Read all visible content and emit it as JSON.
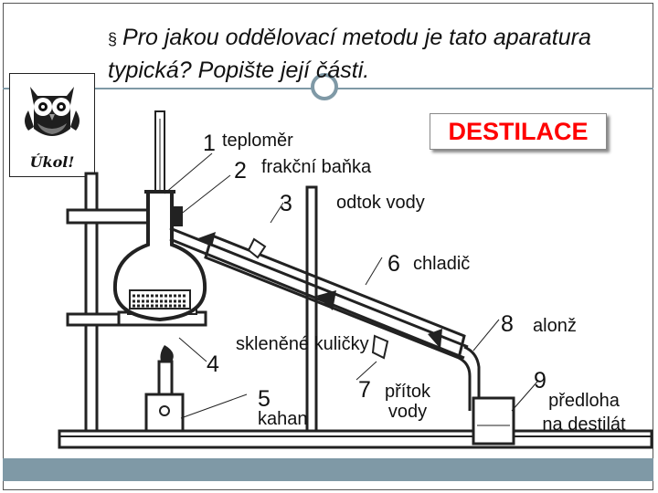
{
  "slide": {
    "bullet": "§",
    "title": "Pro jakou oddělovací metodu je tato aparatura typická? Popište její části.",
    "logo_text": "Úkol!",
    "answer": "DESTILACE"
  },
  "labels": [
    {
      "num": "1",
      "text": "teploměr"
    },
    {
      "num": "2",
      "text": "frakční baňka"
    },
    {
      "num": "3",
      "text": "odtok vody"
    },
    {
      "num": "4",
      "text": "skleněné kuličky"
    },
    {
      "num": "5",
      "text": "kahan"
    },
    {
      "num": "6",
      "text": "chladič"
    },
    {
      "num": "7",
      "text": "přítok vody"
    },
    {
      "num": "8",
      "text": "alonž"
    },
    {
      "num": "9",
      "text": "předloha na destilát"
    }
  ],
  "colors": {
    "accent": "#7f99a6",
    "answer": "#ff0000"
  },
  "icons": {
    "logo": "owl-icon"
  }
}
